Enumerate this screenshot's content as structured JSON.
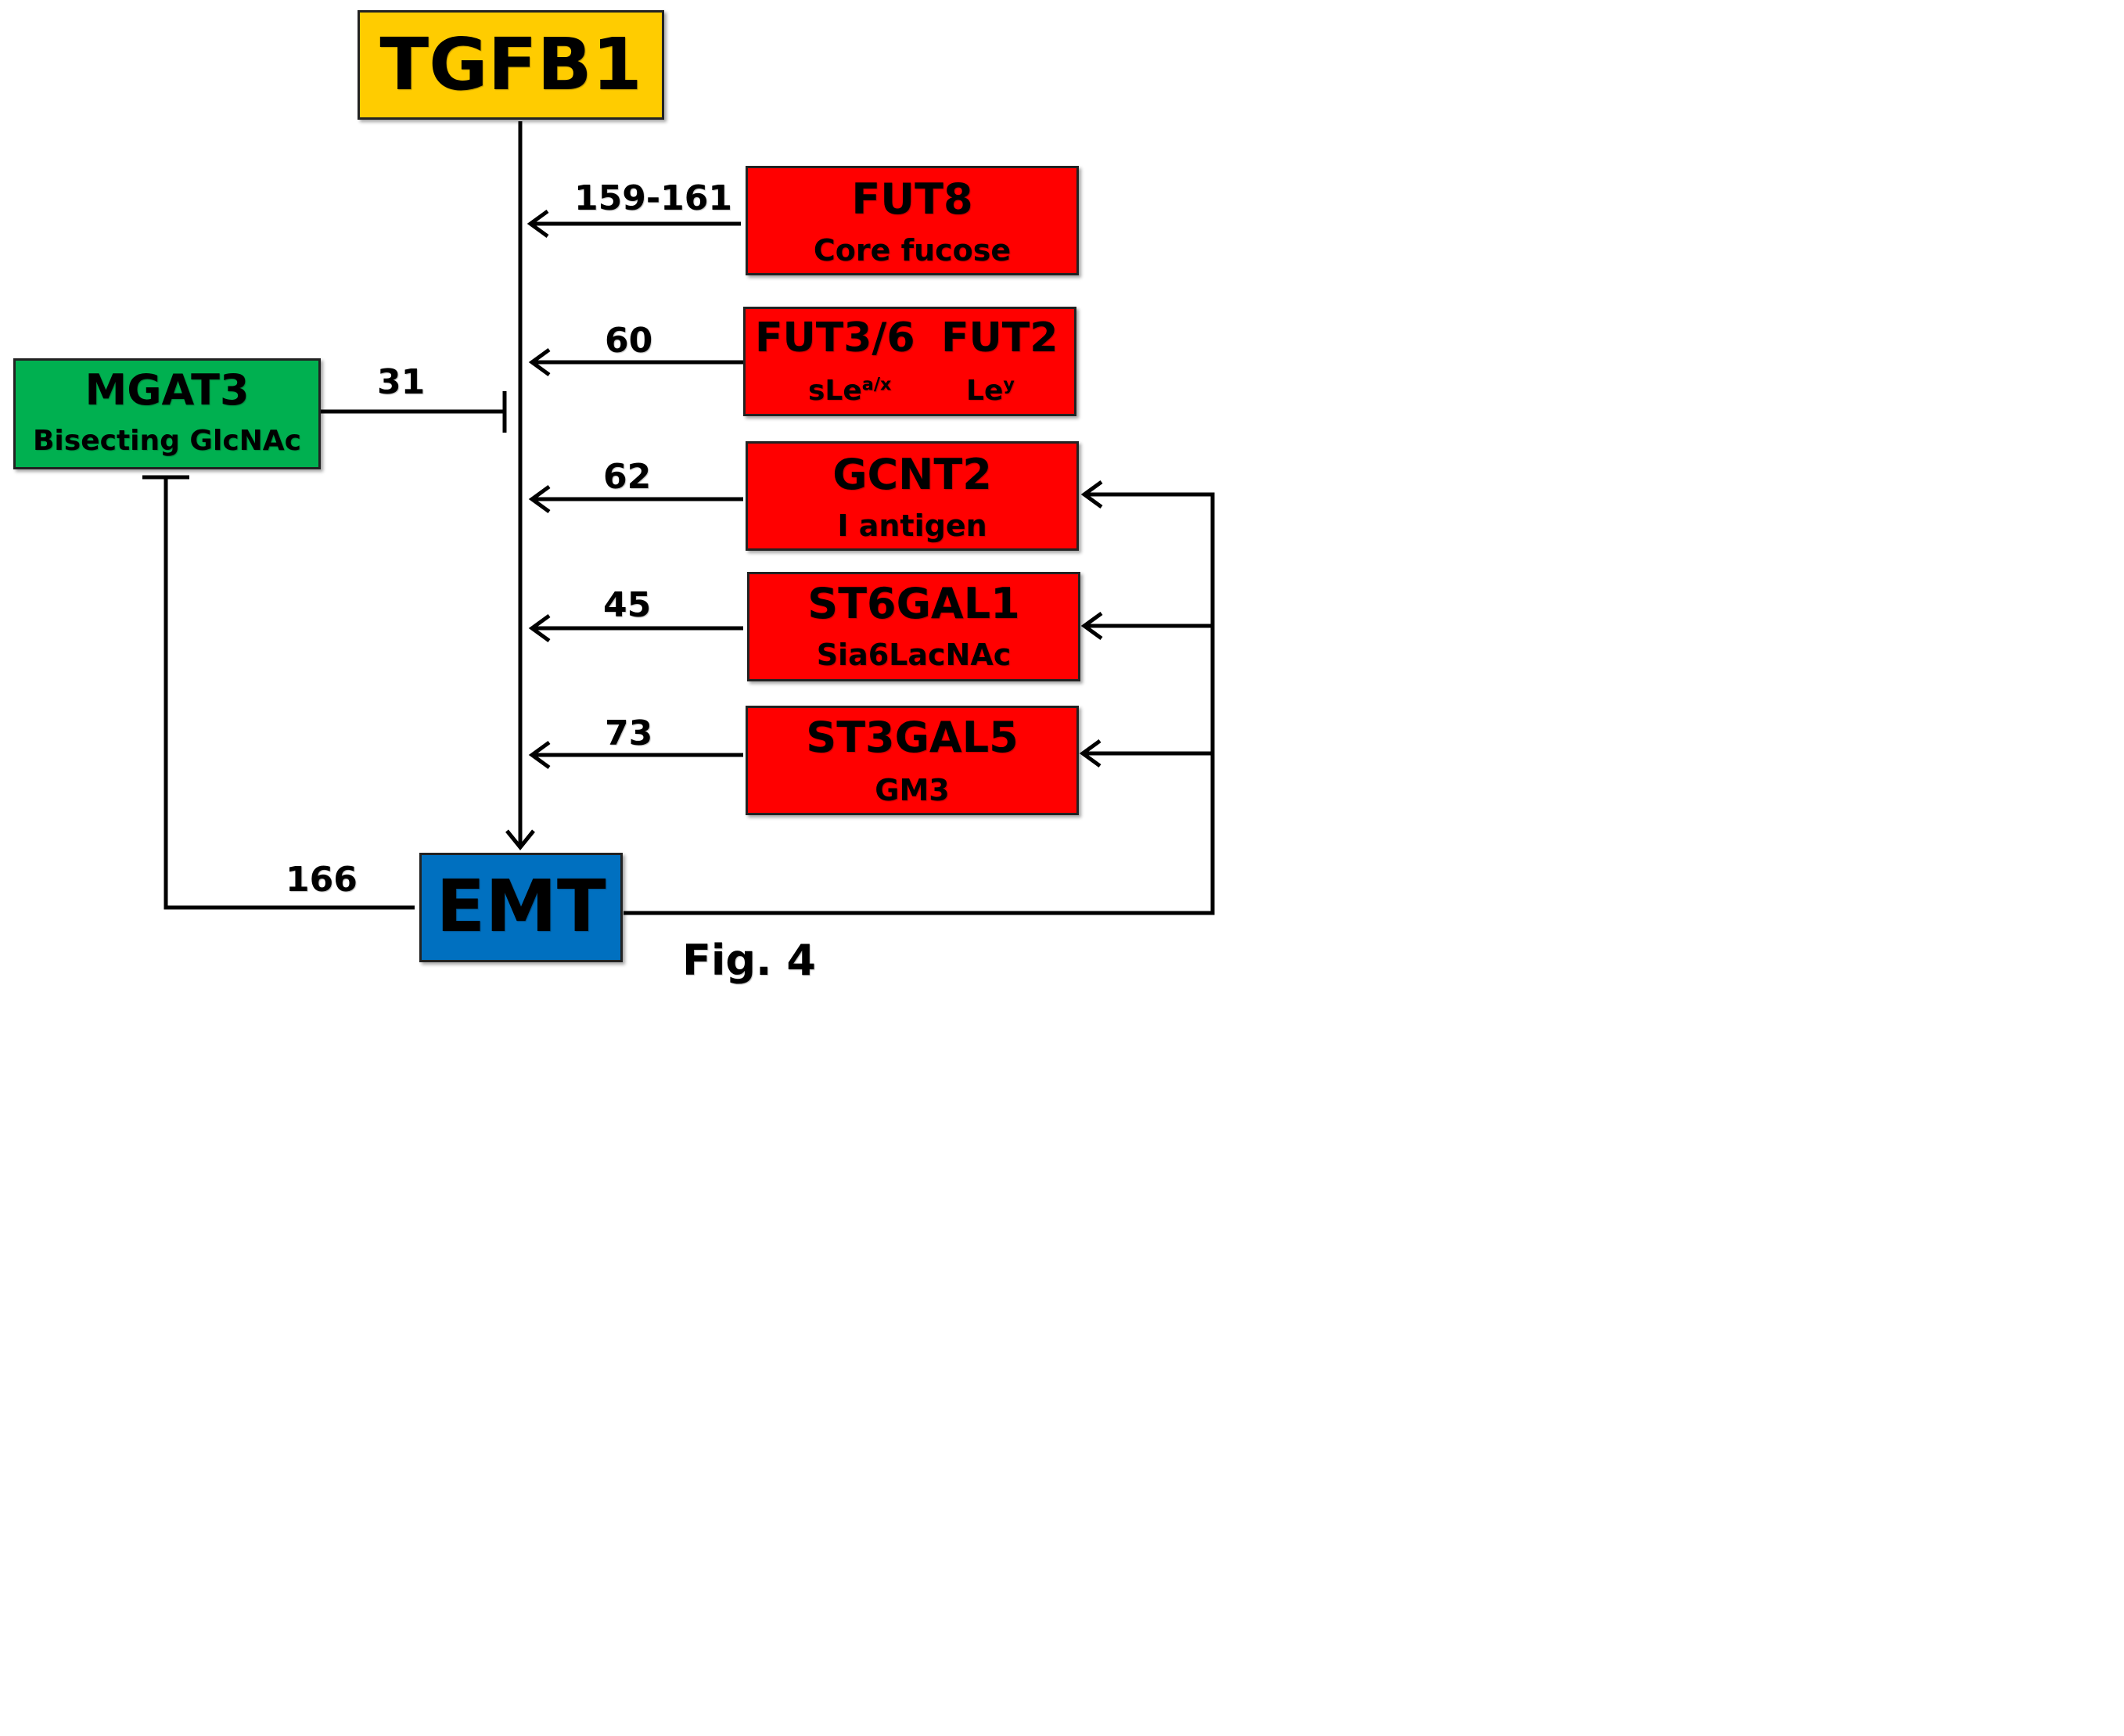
{
  "nodes": {
    "tgfb1": {
      "label": "TGFB1",
      "color": "#FFCC00"
    },
    "emt": {
      "label": "EMT",
      "color": "#0070C0"
    },
    "mgat3": {
      "label": "MGAT3",
      "sub": "Bisecting GlcNAc",
      "color": "#00B050"
    },
    "fut8": {
      "label": "FUT8",
      "sub": "Core fucose",
      "color": "#FF0000"
    },
    "fut36": {
      "label": "FUT3/6",
      "sub_base": "sLe",
      "sub_sup": "a/x",
      "color": "#FF0000"
    },
    "fut2": {
      "label": "FUT2",
      "sub_base": "Le",
      "sub_sup": "y"
    },
    "gcnt2": {
      "label": "GCNT2",
      "sub": "I antigen",
      "color": "#FF0000"
    },
    "st6gal1": {
      "label": "ST6GAL1",
      "sub": "Sia6LacNAc",
      "color": "#FF0000"
    },
    "st3gal5": {
      "label": "ST3GAL5",
      "sub": "GM3",
      "color": "#FF0000"
    }
  },
  "edges": {
    "fut8_ref": "159-161",
    "fut_ref": "60",
    "mgat3_ref": "31",
    "gcnt2_ref": "62",
    "st6gal1_ref": "45",
    "st3gal5_ref": "73",
    "emt_mgat3_ref": "166"
  },
  "figure_label": "Fig. 4"
}
